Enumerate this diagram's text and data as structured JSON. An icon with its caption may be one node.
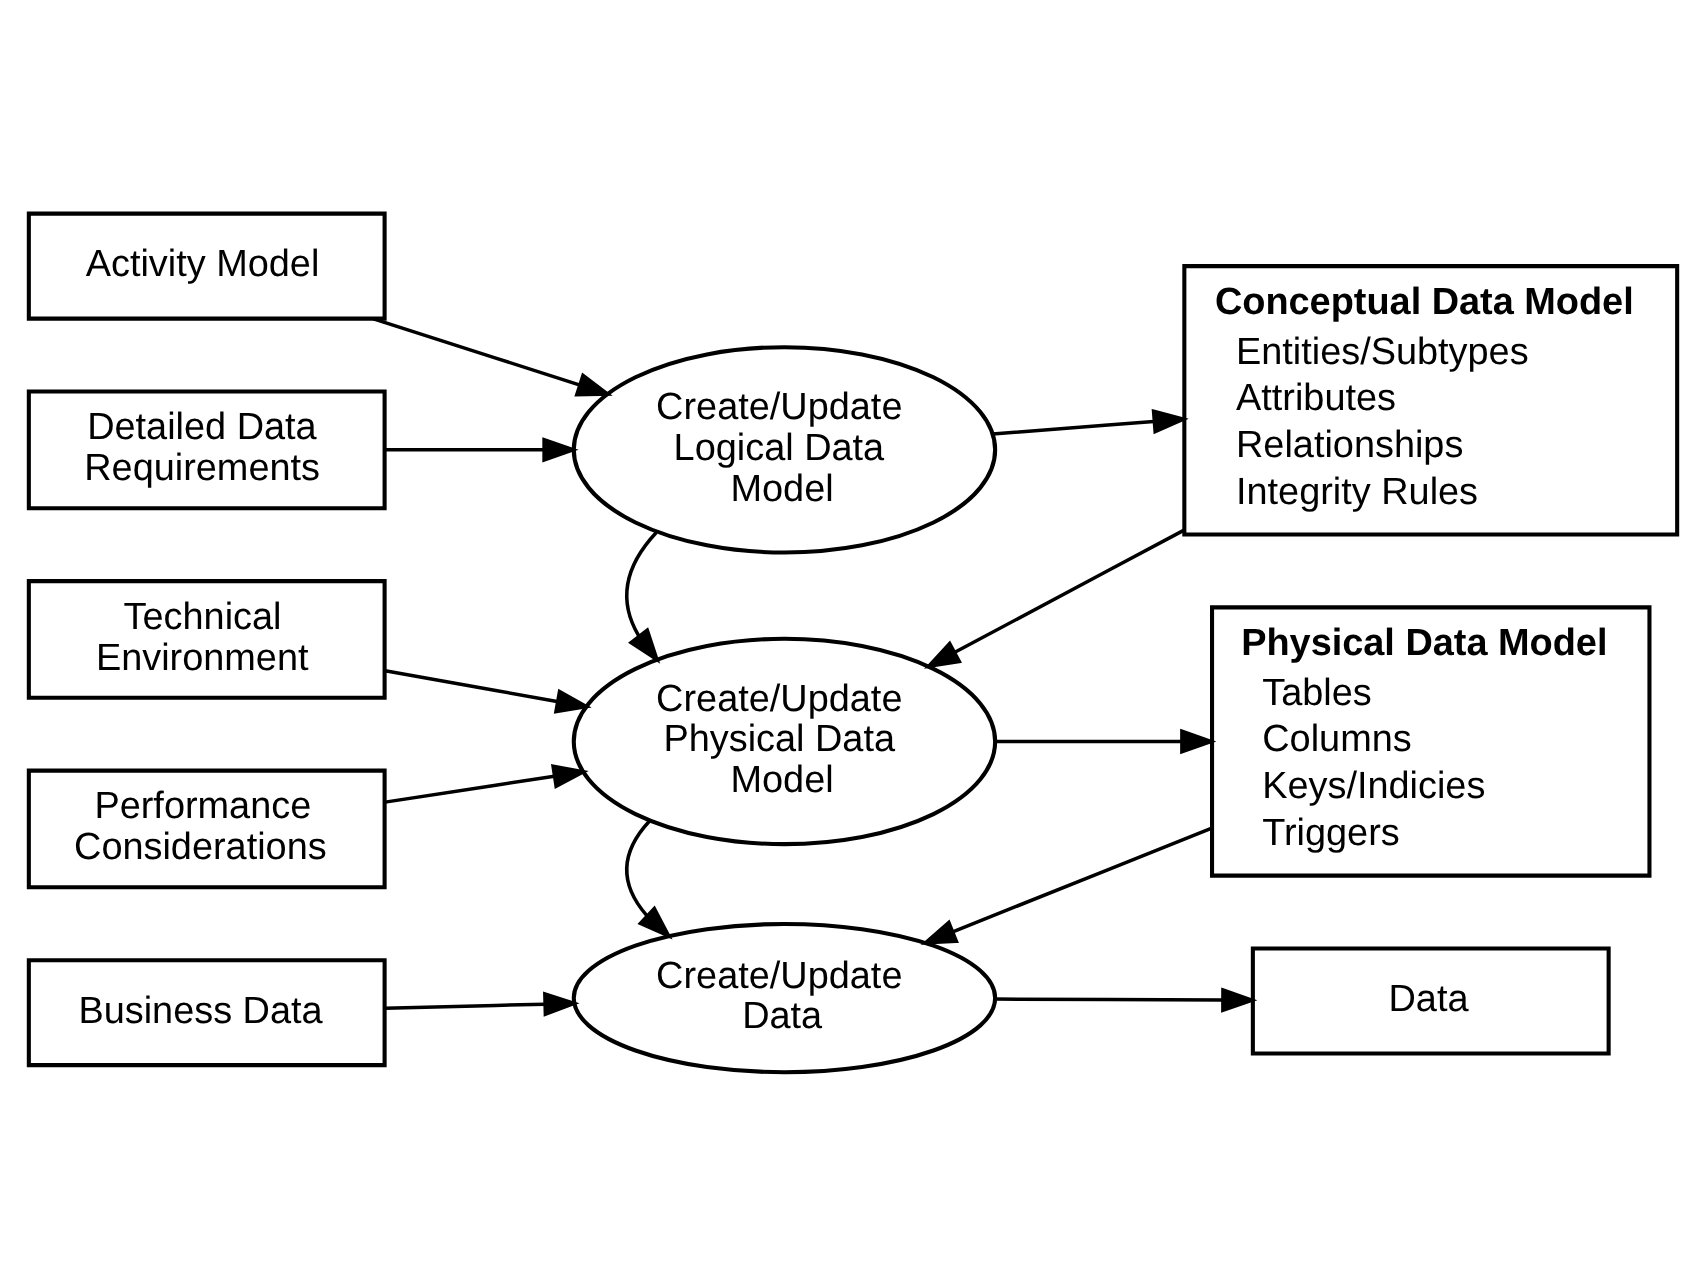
{
  "diagram": {
    "nodes": [
      {
        "text": [
          "Activity Model"
        ]
      },
      {
        "text": [
          "Detailed Data Requirements"
        ]
      },
      {
        "text": [
          "Create/Update Logical Data Model"
        ]
      },
      {
        "text": [
          "Conceptual Data Model",
          "Entities/Subtypes",
          "Attributes",
          "Relationships",
          "Integrity Rules"
        ]
      },
      {
        "text": [
          "Technical Environment"
        ]
      },
      {
        "text": [
          "Performance Considerations"
        ]
      },
      {
        "text": [
          "Create/Update Physical Data Model"
        ]
      },
      {
        "text": [
          "Physical Data Model",
          "Tables",
          "Columns",
          "Keys/Indicies",
          "Triggers"
        ]
      },
      {
        "text": [
          "Business Data"
        ]
      },
      {
        "text": [
          "Create/Update Data"
        ]
      },
      {
        "text": [
          "Data"
        ]
      }
    ],
    "edges": [
      {
        "from": 0,
        "to": 2,
        "arrow": "to"
      },
      {
        "from": 1,
        "to": 2,
        "arrow": "to"
      },
      {
        "from": 2,
        "to": 6,
        "arrow": "to"
      },
      {
        "from": 2,
        "to": 3,
        "arrow": "to"
      },
      {
        "from": 3,
        "to": 6,
        "arrow": "to"
      },
      {
        "from": 4,
        "to": 6,
        "arrow": "to"
      },
      {
        "from": 5,
        "to": 6,
        "arrow": "to"
      },
      {
        "from": 6,
        "to": 7,
        "arrow": "to"
      },
      {
        "from": 6,
        "to": 9,
        "arrow": "to"
      },
      {
        "from": 7,
        "to": 9,
        "arrow": "to"
      },
      {
        "from": 8,
        "to": 9,
        "arrow": "to"
      },
      {
        "from": 9,
        "to": 10,
        "arrow": "to"
      }
    ]
  }
}
